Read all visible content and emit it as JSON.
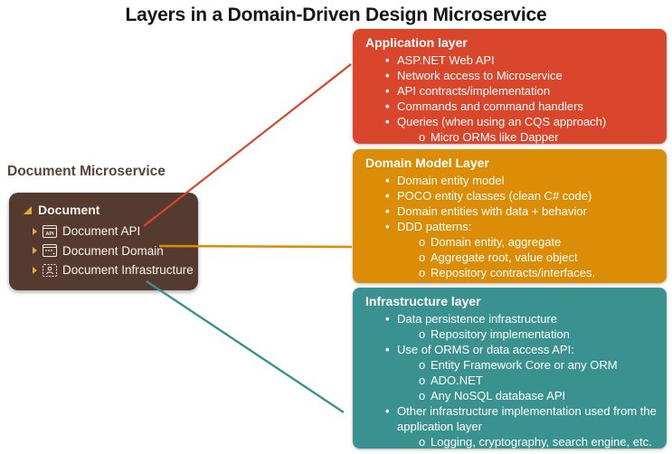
{
  "title": "Layers in a Domain-Driven Design Microservice",
  "tree": {
    "heading": "Document Microservice",
    "root_label": "Document",
    "panel_color": "#543A2F",
    "heading_color": "#5C4237",
    "arrow_color": "#E9A63C",
    "expanded_icon": "expanded-triangle-icon",
    "collapsed_icon": "collapsed-arrow-icon",
    "items": [
      {
        "label": "Document API",
        "icon": "api-window-icon",
        "iconKey": "api"
      },
      {
        "label": "Document Domain",
        "icon": "domain-window-icon",
        "iconKey": "domain"
      },
      {
        "label": "Document Infrastructure",
        "icon": "infrastructure-window-icon",
        "iconKey": "infra"
      }
    ]
  },
  "layers": [
    {
      "title": "Application layer",
      "color": "#D9462B",
      "items": [
        {
          "level": 1,
          "text": "ASP.NET Web API"
        },
        {
          "level": 1,
          "text": "Network access to Microservice"
        },
        {
          "level": 1,
          "text": "API contracts/implementation"
        },
        {
          "level": 1,
          "text": "Commands and command handlers"
        },
        {
          "level": 1,
          "text": "Queries (when using an CQS approach)"
        },
        {
          "level": 2,
          "text": "Micro ORMs like Dapper"
        }
      ]
    },
    {
      "title": "Domain Model Layer",
      "color": "#DC8D07",
      "items": [
        {
          "level": 1,
          "text": "Domain entity model"
        },
        {
          "level": 1,
          "text": "POCO entity classes (clean C# code)"
        },
        {
          "level": 1,
          "text": "Domain entities with data + behavior"
        },
        {
          "level": 1,
          "text": "DDD patterns:"
        },
        {
          "level": 2,
          "text": "Domain entity, aggregate"
        },
        {
          "level": 2,
          "text": "Aggregate root, value object"
        },
        {
          "level": 2,
          "text": "Repository contracts/interfaces."
        }
      ]
    },
    {
      "title": "Infrastructure layer",
      "color": "#3A9290",
      "items": [
        {
          "level": 1,
          "text": "Data persistence infrastructure"
        },
        {
          "level": 2,
          "text": "Repository implementation"
        },
        {
          "level": 1,
          "text": "Use of ORMS or data access API:"
        },
        {
          "level": 2,
          "text": "Entity Framework Core or any ORM"
        },
        {
          "level": 2,
          "text": "ADO.NET"
        },
        {
          "level": 2,
          "text": "Any NoSQL database API"
        },
        {
          "level": 1,
          "text": "Other infrastructure implementation used from the application layer"
        },
        {
          "level": 2,
          "text": "Logging, cryptography, search engine, etc."
        }
      ]
    }
  ],
  "connections": [
    {
      "from": "Document API",
      "to": "Application layer",
      "color": "#D9462B"
    },
    {
      "from": "Document Domain",
      "to": "Domain Model Layer",
      "color": "#DC8D07"
    },
    {
      "from": "Document Infrastructure",
      "to": "Infrastructure layer",
      "color": "#3A9290"
    }
  ]
}
